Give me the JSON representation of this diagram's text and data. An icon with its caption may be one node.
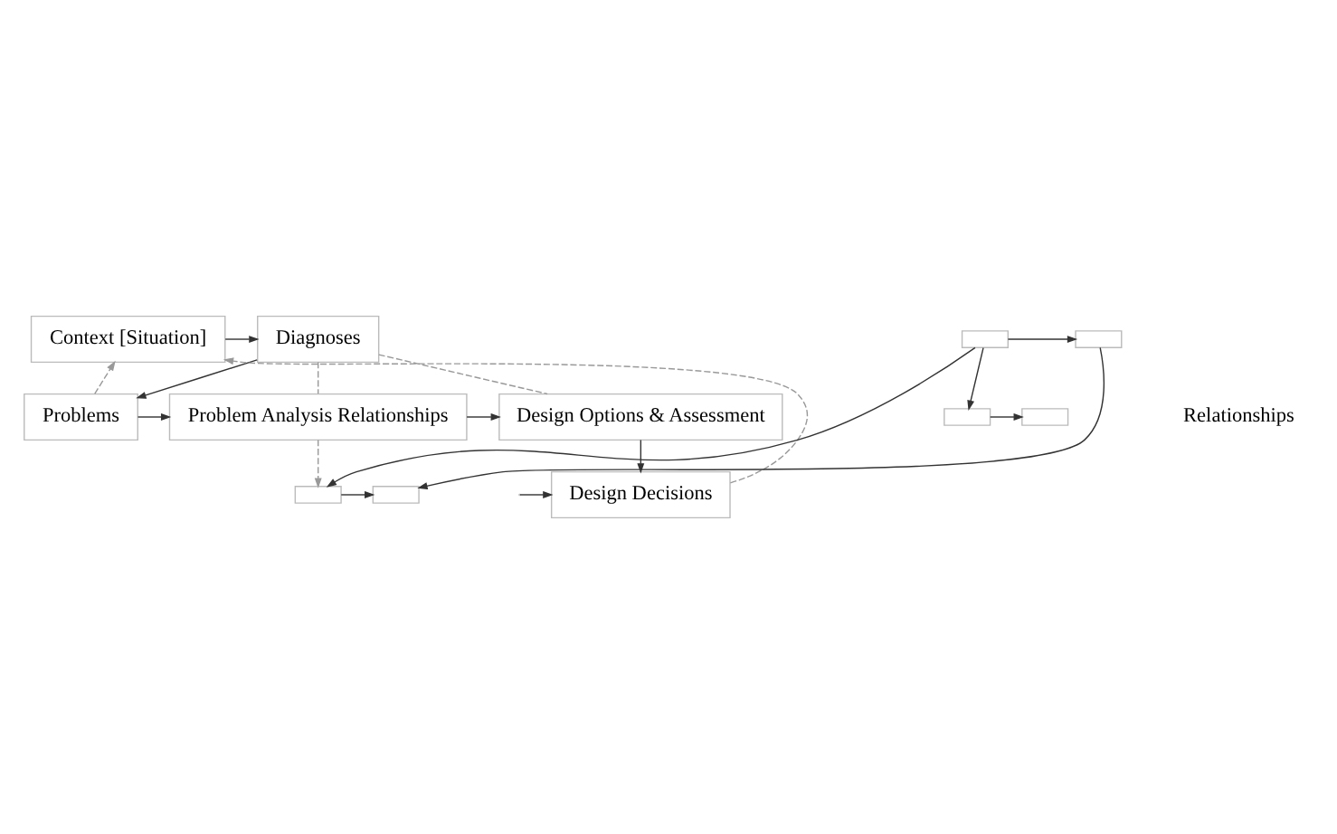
{
  "diagram": {
    "nodes": [
      {
        "text": [
          "Context [Situation]"
        ]
      },
      {
        "text": [
          "Diagnoses"
        ]
      },
      {
        "text": [
          "Problems"
        ]
      },
      {
        "text": [
          "Problem Analysis Relationships"
        ]
      },
      {
        "text": [
          "Design Options & Assessment"
        ]
      },
      {
        "text": [
          "Design Decisions"
        ]
      },
      {
        "text": [],
        "shape": "box"
      },
      {
        "text": [],
        "shape": "box"
      },
      {
        "text": [],
        "shape": "box"
      },
      {
        "text": [],
        "shape": "box"
      },
      {
        "text": [],
        "shape": "box"
      },
      {
        "text": [],
        "shape": "box"
      }
    ],
    "edges": [
      {
        "from": 0,
        "to": 1,
        "arrow": "to"
      },
      {
        "from": 1,
        "to": 2,
        "arrow": "to"
      },
      {
        "from": 2,
        "to": 3,
        "arrow": "to"
      },
      {
        "from": 3,
        "to": 4,
        "arrow": "to"
      },
      {
        "from": 4,
        "to": 5,
        "arrow": "to"
      },
      {
        "from": 1,
        "to": 3,
        "arrow": "none",
        "style": "dashed",
        "color": "#999999"
      },
      {
        "from": 1,
        "to": 4,
        "arrow": "none",
        "style": "dashed",
        "color": "#999999"
      },
      {
        "from": 5,
        "to": 0,
        "arrow": "to",
        "style": "dashed",
        "color": "#999999"
      },
      {
        "from": 2,
        "to": 0,
        "arrow": "to",
        "style": "dashed",
        "color": "#999999"
      },
      {
        "from": 3,
        "to": 6,
        "arrow": "to",
        "style": "dashed",
        "color": "#999999"
      },
      {
        "from": 8,
        "to": 6,
        "arrow": "to"
      },
      {
        "from": 8,
        "to": 9,
        "arrow": "to"
      },
      {
        "from": 8,
        "to": 10,
        "arrow": "to"
      },
      {
        "from": 6,
        "to": 7,
        "arrow": "to"
      },
      {
        "from": 9,
        "to": 7,
        "arrow": "to"
      },
      {
        "from": 10,
        "to": 11,
        "arrow": "to"
      },
      {
        "from": null,
        "to": 5,
        "arrow": "to"
      }
    ],
    "labels": [
      "Relationships"
    ]
  }
}
